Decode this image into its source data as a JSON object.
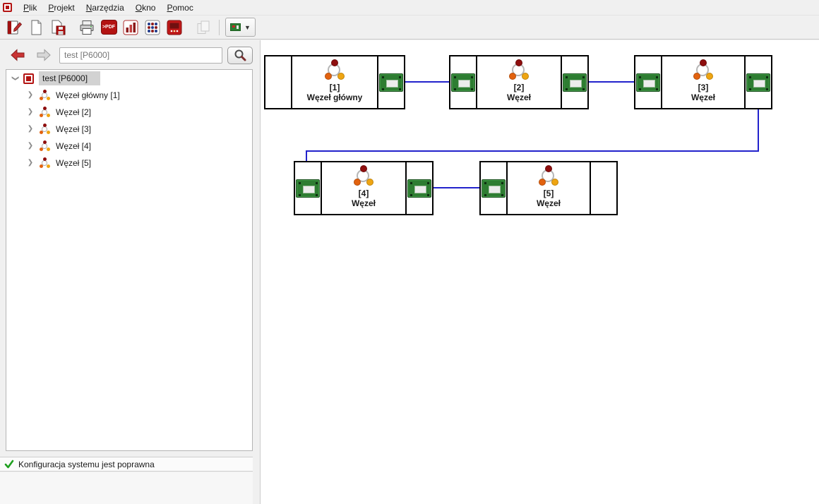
{
  "app": {
    "menu": [
      "Plik",
      "Projekt",
      "Narzędzia",
      "Okno",
      "Pomoc"
    ]
  },
  "toolbar": {
    "pdf_label": ">PDF",
    "icons": [
      "new-project-icon",
      "new-document-icon",
      "save-project-icon",
      "print-icon",
      "export-pdf-icon",
      "report-chart-icon",
      "led-matrix-icon",
      "control-panel-icon",
      "copy-icon",
      "module-view-dropdown"
    ]
  },
  "sidebar": {
    "search": {
      "placeholder": "test [P6000]"
    },
    "tree": {
      "root": "test [P6000]",
      "items": [
        "Węzeł główny [1]",
        "Węzeł [2]",
        "Węzeł [3]",
        "Węzeł [4]",
        "Węzeł [5]"
      ]
    },
    "status": "Konfiguracja systemu jest poprawna"
  },
  "canvas": {
    "nodes": [
      {
        "id": "[1]",
        "name": "Węzeł główny"
      },
      {
        "id": "[2]",
        "name": "Węzeł"
      },
      {
        "id": "[3]",
        "name": "Węzeł"
      },
      {
        "id": "[4]",
        "name": "Węzeł"
      },
      {
        "id": "[5]",
        "name": "Węzeł"
      }
    ]
  },
  "colors": {
    "connection_blue": "#2222cc",
    "pcb_green": "#2e7d32",
    "node_dot_red": "#8f0e0e",
    "node_dot_orange": "#e2620f",
    "node_dot_yellow": "#efa512",
    "status_green": "#1fa01f",
    "accent_red": "#b31312",
    "selection_gray": "#d2d2d2"
  }
}
